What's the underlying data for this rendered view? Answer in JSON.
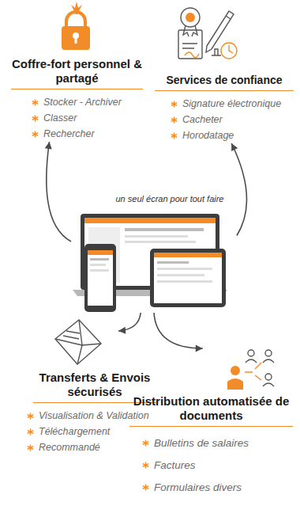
{
  "diagram": {
    "nodes": [
      {
        "text": [
          "Coffre-fort personnel & partagé",
          "Stocker - Archiver",
          "Classer",
          "Rechercher"
        ]
      },
      {
        "text": [
          "Services de confiance",
          "Signature électronique",
          "Cacheter",
          "Horodatage"
        ]
      },
      {
        "text": [
          "un seul écran pour tout faire"
        ]
      },
      {
        "text": [
          "Transferts & Envois sécurisés",
          "Visualisation & Validation",
          "Téléchargement",
          "Recommandé"
        ]
      },
      {
        "text": [
          "Distribution automatisée de documents",
          "Bulletins de salaires",
          "Factures",
          "Formulaires divers"
        ]
      }
    ],
    "edges": [
      {
        "from": 2,
        "to": 0,
        "arrow": "to"
      },
      {
        "from": 2,
        "to": 1,
        "arrow": "to"
      },
      {
        "from": 2,
        "to": 3,
        "arrow": "to"
      },
      {
        "from": 2,
        "to": 4,
        "arrow": "to"
      }
    ]
  }
}
